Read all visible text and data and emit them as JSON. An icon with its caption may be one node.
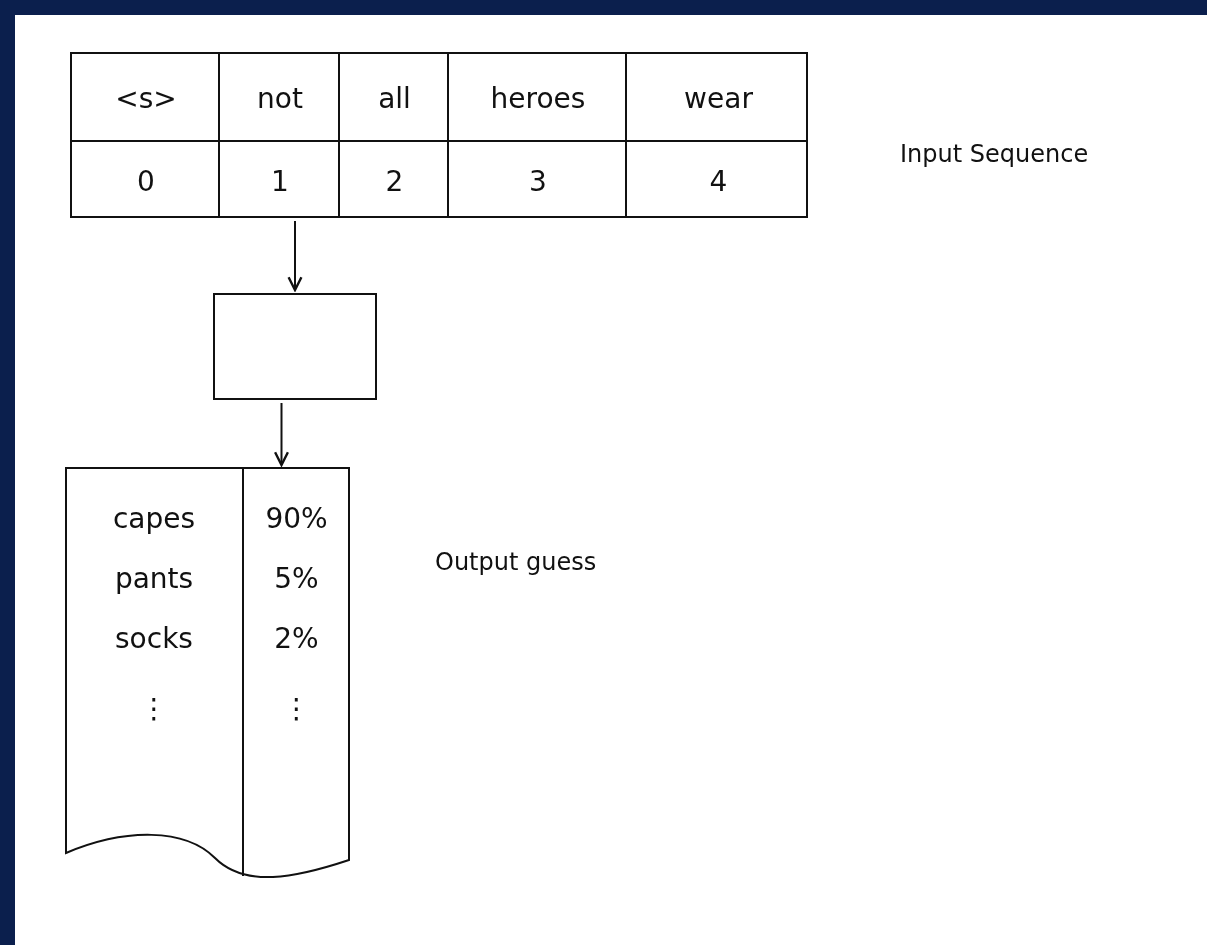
{
  "diagram": {
    "nodes": [
      {
        "text": [
          "<s>",
          "not",
          "all",
          "heroes",
          "wear",
          "0",
          "1",
          "2",
          "3",
          "4"
        ],
        "beside": [
          "Input Sequence"
        ]
      },
      {
        "text": [],
        "shape": "box"
      },
      {
        "text": [
          "capes",
          "90%",
          "pants",
          "5%",
          "socks",
          "2%",
          "⋮",
          "⋮"
        ],
        "beside": [
          "Output guess"
        ]
      }
    ],
    "edges": [
      {
        "from": 0,
        "to": 1,
        "arrow": "to"
      },
      {
        "from": 1,
        "to": 2,
        "arrow": "to"
      }
    ]
  }
}
